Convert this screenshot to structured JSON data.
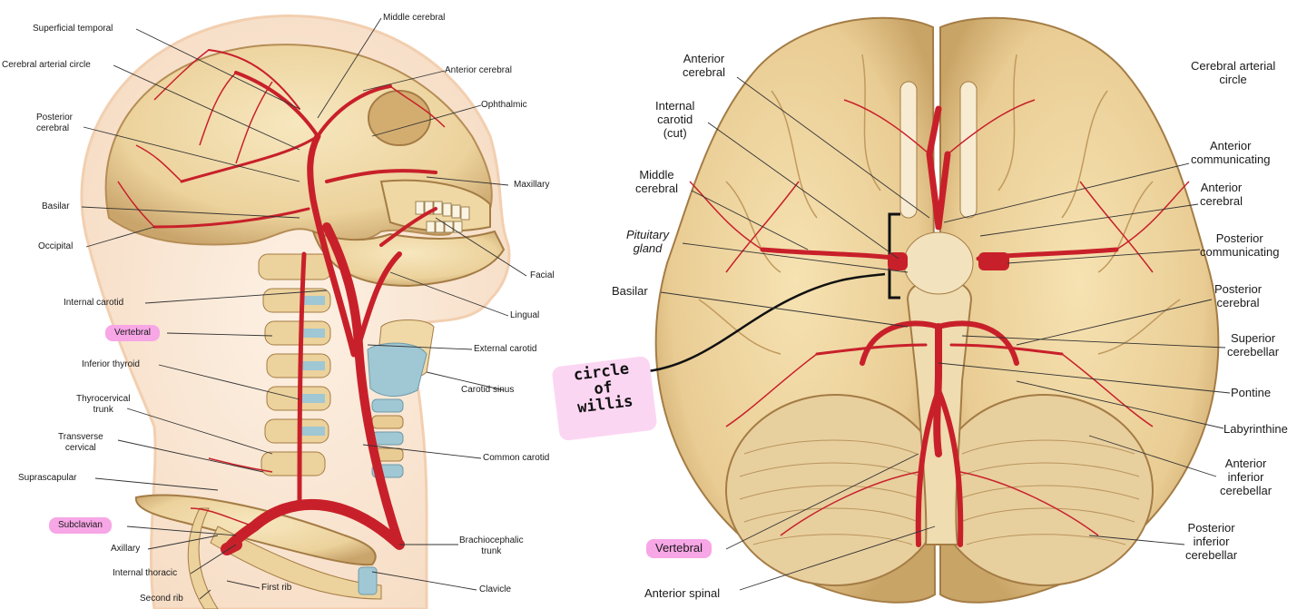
{
  "left_diagram": {
    "labels": {
      "superficial_temporal": "Superficial temporal",
      "middle_cerebral": "Middle cerebral",
      "cerebral_arterial_circle": "Cerebral arterial circle",
      "anterior_cerebral": "Anterior cerebral",
      "ophthalmic": "Ophthalmic",
      "posterior_cerebral": "Posterior\ncerebral",
      "maxillary": "Maxillary",
      "basilar": "Basilar",
      "occipital": "Occipital",
      "facial": "Facial",
      "internal_carotid": "Internal carotid",
      "lingual": "Lingual",
      "vertebral": "Vertebral",
      "external_carotid": "External carotid",
      "inferior_thyroid": "Inferior thyroid",
      "carotid_sinus": "Carotid sinus",
      "thyrocervical_trunk": "Thyrocervical\ntrunk",
      "transverse_cervical": "Transverse\ncervical",
      "common_carotid": "Common carotid",
      "suprascapular": "Suprascapular",
      "subclavian": "Subclavian",
      "brachiocephalic_trunk": "Brachiocephalic\ntrunk",
      "axillary": "Axillary",
      "internal_thoracic": "Internal thoracic",
      "first_rib": "First rib",
      "clavicle": "Clavicle",
      "second_rib": "Second rib"
    }
  },
  "right_diagram": {
    "labels": {
      "anterior_cerebral_left": "Anterior\ncerebral",
      "internal_carotid_cut": "Internal\ncarotid\n(cut)",
      "middle_cerebral": "Middle\ncerebral",
      "pituitary_gland": "Pituitary\ngland",
      "basilar": "Basilar",
      "vertebral": "Vertebral",
      "anterior_spinal": "Anterior spinal",
      "cerebral_arterial_circle": "Cerebral arterial\ncircle",
      "anterior_communicating": "Anterior\ncommunicating",
      "anterior_cerebral_right": "Anterior\ncerebral",
      "posterior_communicating": "Posterior\ncommunicating",
      "posterior_cerebral": "Posterior\ncerebral",
      "superior_cerebellar": "Superior\ncerebellar",
      "pontine": "Pontine",
      "labyrinthine": "Labyrinthine",
      "anterior_inferior_cerebellar": "Anterior\ninferior\ncerebellar",
      "posterior_inferior_cerebellar": "Posterior\ninferior\ncerebellar"
    }
  },
  "handwritten_note": {
    "lines": [
      "circle",
      "of",
      "willis"
    ]
  },
  "colors": {
    "bone": "#f0d9a6",
    "bone_shadow": "#c9a56c",
    "artery": "#c8202a",
    "highlight": "#f7a6e6",
    "cartilage": "#9fc7d4"
  }
}
